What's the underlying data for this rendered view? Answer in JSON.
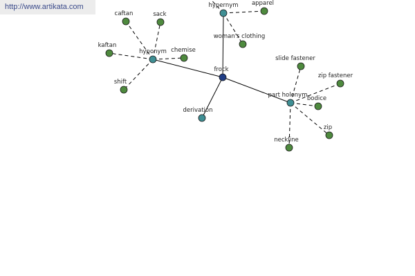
{
  "watermark": "http://www.artikata.com",
  "colors": {
    "background": "#ffffff",
    "edge": "#000000",
    "center_node": "#1f3d86",
    "relation_node": "#3f8f94",
    "word_node": "#4e8a3e",
    "node_stroke": "#1a1a1a"
  },
  "graph": {
    "center": "frock",
    "nodes": [
      {
        "id": "frock",
        "label": "frock",
        "kind": "center"
      },
      {
        "id": "hypernym",
        "label": "hypernym",
        "kind": "relation"
      },
      {
        "id": "hyponym",
        "label": "hyponym",
        "kind": "relation"
      },
      {
        "id": "derivation",
        "label": "derivation",
        "kind": "relation"
      },
      {
        "id": "part-holonym",
        "label": "part holonym",
        "kind": "relation"
      },
      {
        "id": "apparel",
        "label": "apparel",
        "kind": "word"
      },
      {
        "id": "womans-clothing",
        "label": "woman's clothing",
        "kind": "word"
      },
      {
        "id": "caftan",
        "label": "caftan",
        "kind": "word"
      },
      {
        "id": "sack",
        "label": "sack",
        "kind": "word"
      },
      {
        "id": "kaftan",
        "label": "kaftan",
        "kind": "word"
      },
      {
        "id": "chemise",
        "label": "chemise",
        "kind": "word"
      },
      {
        "id": "shift",
        "label": "shift",
        "kind": "word"
      },
      {
        "id": "slide-fastener",
        "label": "slide fastener",
        "kind": "word"
      },
      {
        "id": "zip-fastener",
        "label": "zip fastener",
        "kind": "word"
      },
      {
        "id": "bodice",
        "label": "bodice",
        "kind": "word"
      },
      {
        "id": "zip",
        "label": "zip",
        "kind": "word"
      },
      {
        "id": "neckline",
        "label": "neckline",
        "kind": "word"
      },
      {
        "id": "offscreen-top",
        "label": "",
        "kind": "word"
      }
    ],
    "edges": [
      {
        "from": "frock",
        "to": "hypernym",
        "style": "solid"
      },
      {
        "from": "frock",
        "to": "hyponym",
        "style": "solid"
      },
      {
        "from": "frock",
        "to": "derivation",
        "style": "solid"
      },
      {
        "from": "frock",
        "to": "part-holonym",
        "style": "solid"
      },
      {
        "from": "hypernym",
        "to": "apparel",
        "style": "dashed"
      },
      {
        "from": "hypernym",
        "to": "womans-clothing",
        "style": "dashed"
      },
      {
        "from": "hypernym",
        "to": "offscreen-top",
        "style": "dashed"
      },
      {
        "from": "hyponym",
        "to": "caftan",
        "style": "dashed"
      },
      {
        "from": "hyponym",
        "to": "sack",
        "style": "dashed"
      },
      {
        "from": "hyponym",
        "to": "kaftan",
        "style": "dashed"
      },
      {
        "from": "hyponym",
        "to": "chemise",
        "style": "dashed"
      },
      {
        "from": "hyponym",
        "to": "shift",
        "style": "dashed"
      },
      {
        "from": "part-holonym",
        "to": "slide-fastener",
        "style": "dashed"
      },
      {
        "from": "part-holonym",
        "to": "zip-fastener",
        "style": "dashed"
      },
      {
        "from": "part-holonym",
        "to": "bodice",
        "style": "dashed"
      },
      {
        "from": "part-holonym",
        "to": "zip",
        "style": "dashed"
      },
      {
        "from": "part-holonym",
        "to": "neckline",
        "style": "dashed"
      }
    ]
  }
}
